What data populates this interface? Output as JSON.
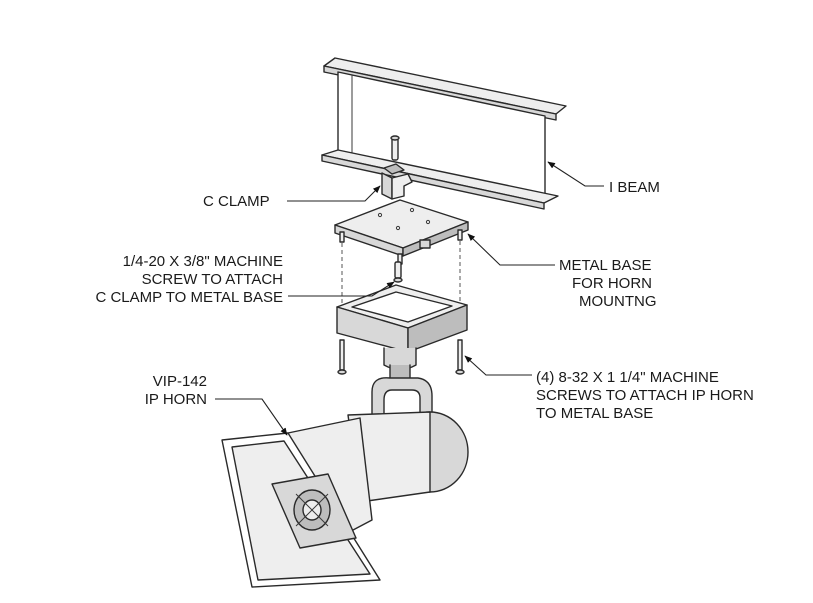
{
  "labels": {
    "i_beam": "I BEAM",
    "c_clamp": "C CLAMP",
    "screw_line1": "1/4-20 X 3/8\" MACHINE",
    "screw_line2": "SCREW TO ATTACH",
    "screw_line3": "C CLAMP TO METAL BASE",
    "metal_base_line1": "METAL BASE",
    "metal_base_line2": "FOR HORN",
    "metal_base_line3": "MOUNTNG",
    "screws4_line1": "(4) 8-32 X 1 1/4\" MACHINE",
    "screws4_line2": "SCREWS TO ATTACH IP HORN",
    "screws4_line3": "TO METAL BASE",
    "horn_line1": "VIP-142",
    "horn_line2": "IP HORN"
  }
}
